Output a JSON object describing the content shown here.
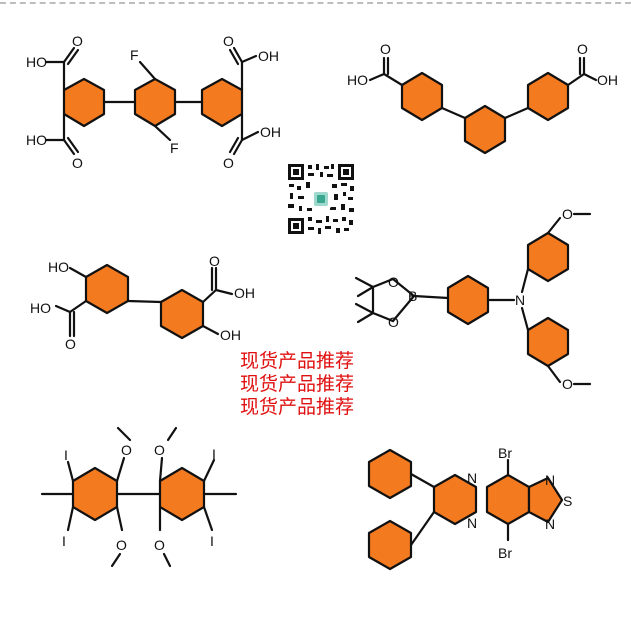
{
  "promo_lines": [
    "现货产品推荐",
    "现货产品推荐",
    "现货产品推荐"
  ],
  "colors": {
    "ring_fill": "#f47a20",
    "bond": "#111111",
    "promo_text": "#e01010",
    "border": "#bdbdbd"
  },
  "molecules": [
    {
      "labels": [
        "HO",
        "HO",
        "OH",
        "OH",
        "O",
        "O",
        "O",
        "O",
        "F",
        "F"
      ]
    },
    {
      "labels": [
        "HO",
        "OH",
        "O",
        "O"
      ]
    },
    {
      "labels": [
        "HO",
        "HO",
        "OH",
        "OH",
        "O",
        "O"
      ]
    },
    {
      "labels": [
        "B",
        "O",
        "O",
        "N",
        "O",
        "O"
      ]
    },
    {
      "labels": [
        "I",
        "I",
        "I",
        "I",
        "O",
        "O",
        "O",
        "O"
      ]
    },
    {
      "labels": [
        "N",
        "N",
        "N",
        "N",
        "S",
        "Br",
        "Br"
      ]
    }
  ],
  "qr_icon": "qr-code-icon"
}
